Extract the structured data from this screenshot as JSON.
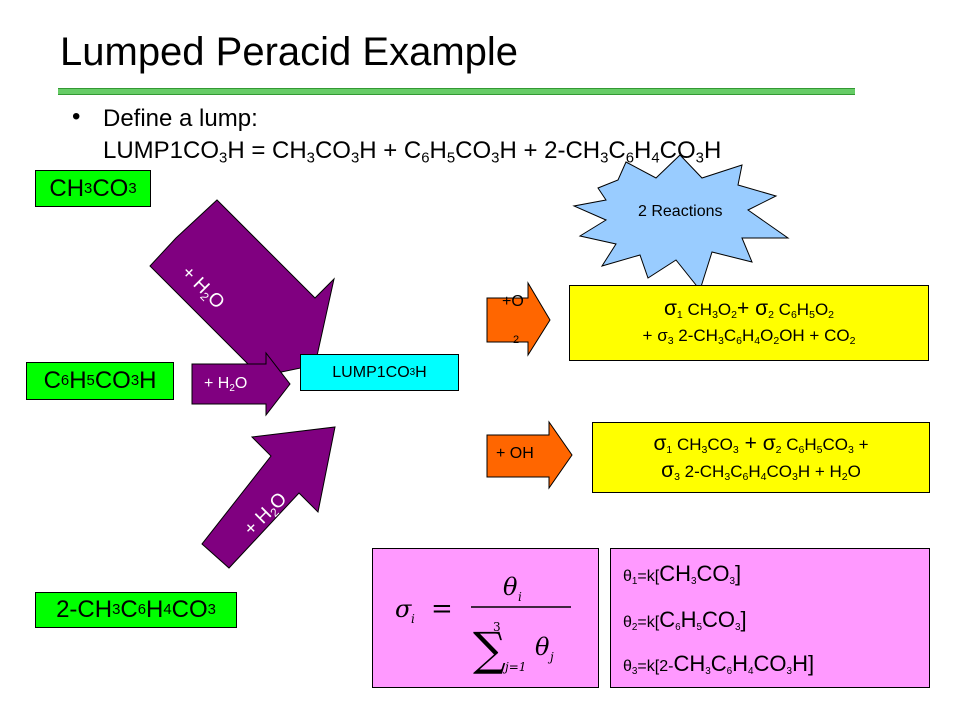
{
  "title": "Lumped Peracid Example",
  "bullet": {
    "marker": "•",
    "line1": "Define a lump:",
    "line2_runs": [
      "LUMP1CO",
      "3",
      "H = CH",
      "3",
      "CO",
      "3",
      "H + C",
      "6",
      "H",
      "5",
      "CO",
      "3",
      "H + 2-CH",
      "3",
      "C",
      "6",
      "H",
      "4",
      "CO",
      "3",
      "H"
    ]
  },
  "species": {
    "s1": [
      "CH",
      "3",
      "CO",
      "3"
    ],
    "s2": [
      "C",
      "6",
      "H",
      "5",
      "CO",
      "3",
      "H"
    ],
    "s3": [
      "2-CH",
      "3",
      "C",
      "6",
      "H",
      "4",
      "CO",
      "3"
    ]
  },
  "arrows": {
    "a1": [
      "+ H",
      "2",
      "O"
    ],
    "a2": [
      "+ H",
      "2",
      "O"
    ],
    "a3": [
      "+ H",
      "2",
      "O"
    ],
    "o2": [
      "+O",
      "2"
    ],
    "oh": "+ OH"
  },
  "lump": [
    "LUMP1CO",
    "3",
    "H"
  ],
  "starburst": "2 Reactions",
  "products_o2": {
    "line1": [
      "σ",
      "1",
      " CH",
      "3",
      "O",
      "2",
      "+ σ",
      "2",
      " C",
      "6",
      "H",
      "5",
      "O",
      "2"
    ],
    "line2": [
      "+ σ",
      "3",
      " 2-CH",
      "3",
      "C",
      "6",
      "H",
      "4",
      "O",
      "2",
      "OH + CO",
      "2"
    ]
  },
  "products_oh": {
    "line1": [
      "σ",
      "1",
      " CH",
      "3",
      "CO",
      "3",
      " + σ",
      "2",
      " C",
      "6",
      "H",
      "5",
      "CO",
      "3",
      " +"
    ],
    "line2": [
      "σ",
      "3",
      " 2-CH",
      "3",
      "C",
      "6",
      "H",
      "4",
      "CO",
      "3",
      "H + H",
      "2",
      "O"
    ]
  },
  "equation": {
    "lhs_sym": "σ",
    "lhs_sub": "i",
    "eq": "=",
    "num_sym": "θ",
    "num_sub": "i",
    "sum_top": "3",
    "sum_bottom": "j=1",
    "den_sym": "θ",
    "den_sub": "j"
  },
  "thetas": {
    "t1": [
      "θ",
      "1",
      "=k[",
      "CH",
      "3",
      "CO",
      "3",
      "]"
    ],
    "t2": [
      "θ",
      "2",
      "=k[",
      "C",
      "6",
      "H",
      "5",
      "CO",
      "3",
      "]"
    ],
    "t3": [
      "θ",
      "3",
      "=k[2-",
      "CH",
      "3",
      "C",
      "6",
      "H",
      "4",
      "CO",
      "3",
      "H]"
    ]
  },
  "colors": {
    "green": "#00ff00",
    "yellow": "#ffff00",
    "cyan": "#00ffff",
    "purple": "#800080",
    "orange": "#ff6600",
    "starburst": "#99ccff",
    "pink": "#ff99ff"
  }
}
